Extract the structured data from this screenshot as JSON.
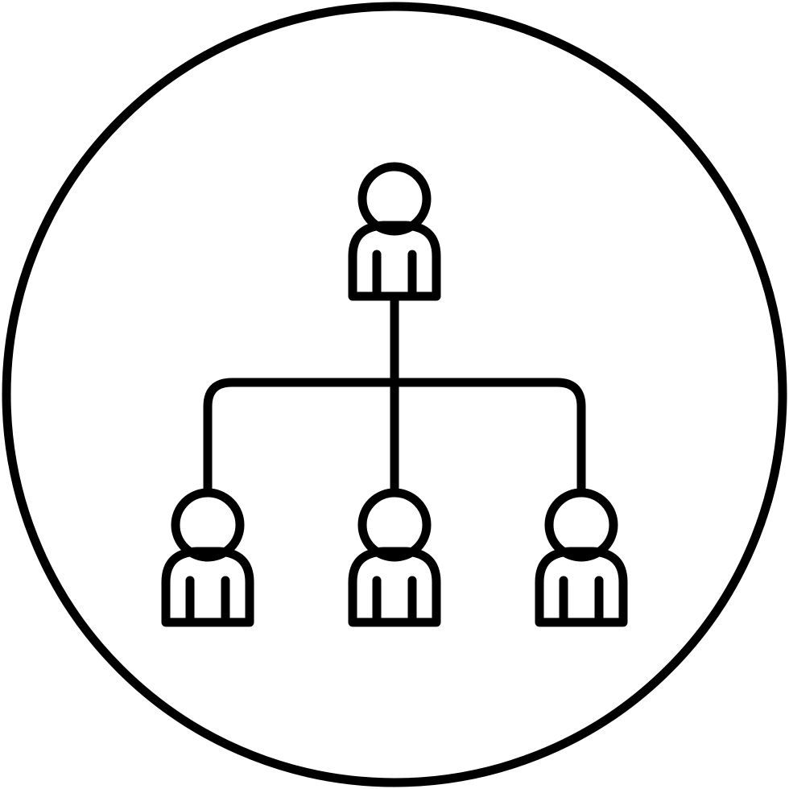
{
  "icon": {
    "name": "organization-hierarchy-icon",
    "stroke_color": "#000000",
    "background_color": "#ffffff",
    "nodes": [
      {
        "name": "top-person-icon",
        "level": "top"
      },
      {
        "name": "left-person-icon",
        "level": "bottom"
      },
      {
        "name": "center-person-icon",
        "level": "bottom"
      },
      {
        "name": "right-person-icon",
        "level": "bottom"
      }
    ]
  }
}
